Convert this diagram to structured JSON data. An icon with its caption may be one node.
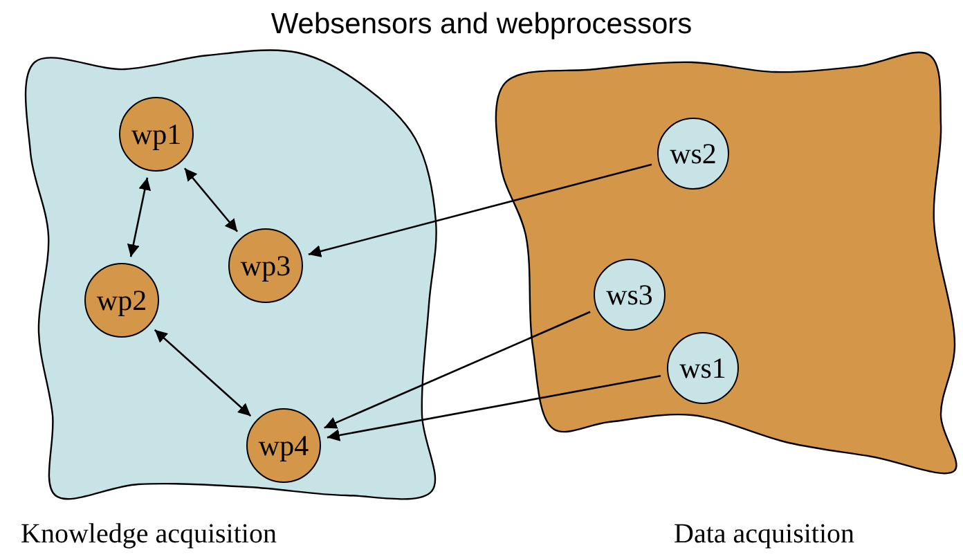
{
  "diagram": {
    "title": "Websensors and webprocessors",
    "nodes": [
      {
        "text": [
          "Knowledge acquisition"
        ]
      },
      {
        "text": [
          "wp1"
        ],
        "in": 0
      },
      {
        "text": [
          "wp3"
        ],
        "in": 0
      },
      {
        "text": [
          "wp2"
        ],
        "in": 0
      },
      {
        "text": [
          "wp4"
        ],
        "in": 0
      },
      {
        "text": [
          "Data acquisition"
        ]
      },
      {
        "text": [
          "ws2"
        ],
        "in": 5
      },
      {
        "text": [
          "ws3"
        ],
        "in": 5
      },
      {
        "text": [
          "ws1"
        ],
        "in": 5
      }
    ],
    "edges": [
      {
        "from": 1,
        "to": 2,
        "arrow": "both"
      },
      {
        "from": 1,
        "to": 3,
        "arrow": "both"
      },
      {
        "from": 3,
        "to": 4,
        "arrow": "both"
      },
      {
        "from": 6,
        "to": 2,
        "arrow": "to"
      },
      {
        "from": 7,
        "to": 4,
        "arrow": "to"
      },
      {
        "from": 8,
        "to": 4,
        "arrow": "to"
      }
    ]
  }
}
